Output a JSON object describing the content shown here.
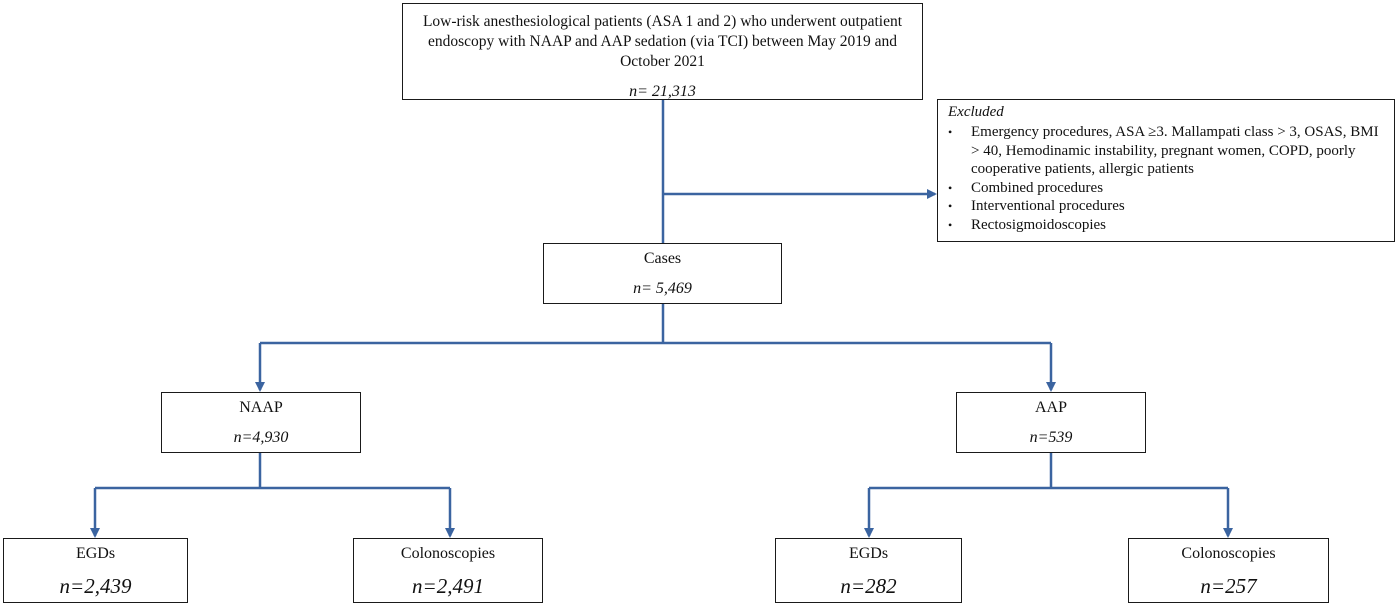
{
  "population": {
    "text": "Low-risk anesthesiological patients (ASA 1 and 2) who underwent outpatient endoscopy with NAAP and AAP sedation (via TCI) between May 2019 and October 2021",
    "count": "n= 21,313"
  },
  "excluded": {
    "heading": "Excluded",
    "items": [
      "Emergency procedures, ASA ≥3. Mallampati class > 3, OSAS, BMI > 40, Hemodinamic instability, pregnant women, COPD, poorly cooperative patients, allergic patients",
      "Combined procedures",
      "Interventional procedures",
      "Rectosigmoidoscopies"
    ]
  },
  "cases": {
    "label": "Cases",
    "count": "n= 5,469"
  },
  "naap": {
    "label": "NAAP",
    "count": "n=4,930",
    "egds": {
      "label": "EGDs",
      "count": "n=2,439"
    },
    "colonoscopies": {
      "label": "Colonoscopies",
      "count": "n=2,491"
    }
  },
  "aap": {
    "label": "AAP",
    "count": "n=539",
    "egds": {
      "label": "EGDs",
      "count": "n=282"
    },
    "colonoscopies": {
      "label": "Colonoscopies",
      "count": "n=257"
    }
  },
  "colors": {
    "connector": "#3b64a0",
    "border": "#1a1a1a"
  }
}
